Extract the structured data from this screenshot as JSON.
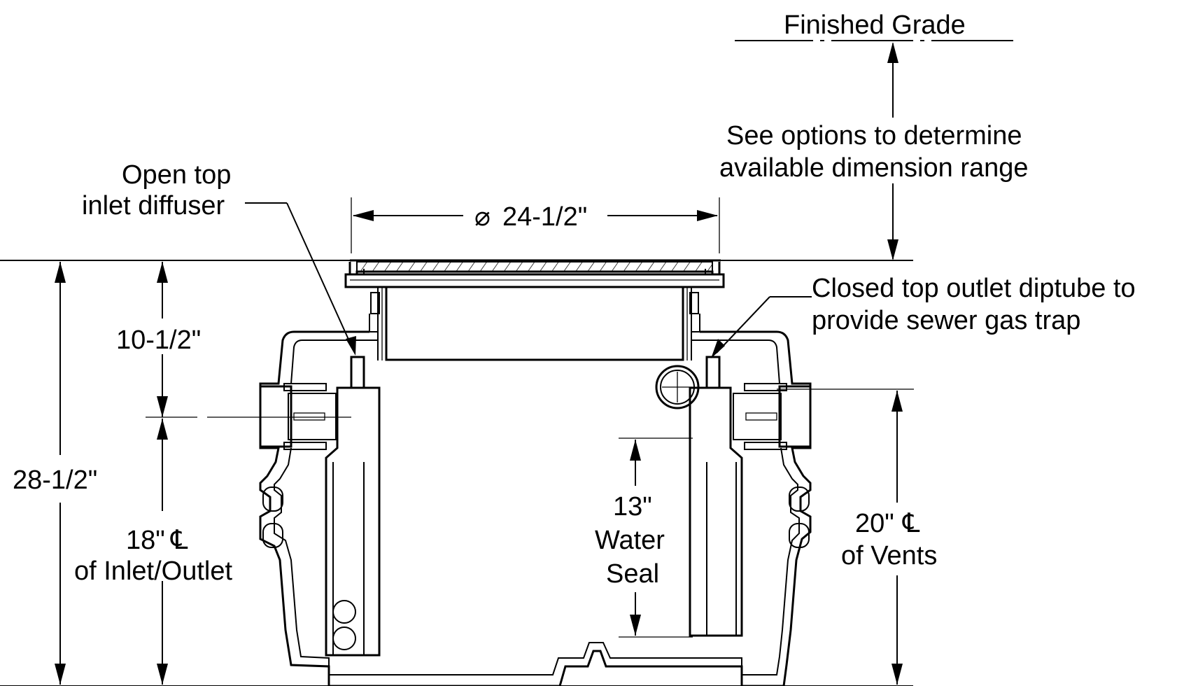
{
  "labels": {
    "finished_grade": "Finished Grade",
    "options_line1": "See options to determine",
    "options_line2": "available dimension range",
    "inlet_line1": "Open top",
    "inlet_line2": "inlet diffuser",
    "diameter_symbol": "⌀",
    "diameter": "24-1/2\"",
    "outlet_line1": "Closed top outlet diptube to",
    "outlet_line2": "provide sewer gas trap",
    "dim_10": "10-1/2\"",
    "dim_28": "28-1/2\"",
    "dim_18": "18\"",
    "inlet_outlet": "of Inlet/Outlet",
    "dim_13": "13\"",
    "water": "Water",
    "seal": "Seal",
    "dim_20": "20\"",
    "vents": "of Vents",
    "centerline_symbol": "℄"
  }
}
